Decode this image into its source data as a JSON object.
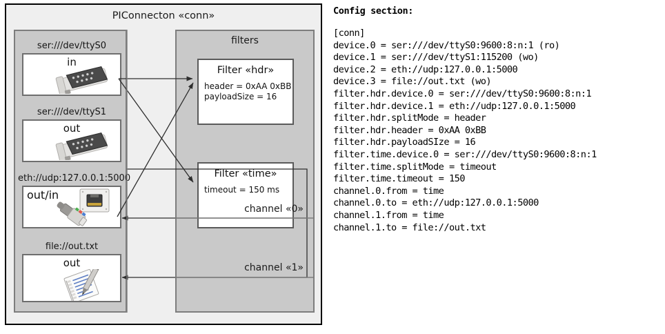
{
  "diagram": {
    "title": "PIConnecton «conn»",
    "devices_panel": {
      "title": "",
      "groups": [
        {
          "label": "ser:///dev/ttyS0",
          "direction": "in",
          "icon": "serial-db9-connector-icon"
        },
        {
          "label": "ser:///dev/ttyS1",
          "direction": "out",
          "icon": "serial-db9-connector-icon"
        },
        {
          "label": "eth://udp:127.0.0.1:5000",
          "direction": "out/in",
          "icon": "ethernet-rj45-icon"
        },
        {
          "label": "file://out.txt",
          "direction": "out",
          "icon": "text-file-notepad-icon"
        }
      ]
    },
    "filters_panel": {
      "title": "filters",
      "filters": [
        {
          "title": "Filter «hdr»",
          "props": [
            "header = 0xAA 0xBB",
            "payloadSize = 16"
          ]
        },
        {
          "title": "Filter «time»",
          "props": [
            "timeout = 150 ms"
          ]
        }
      ]
    },
    "channels": [
      {
        "label": "channel «0»"
      },
      {
        "label": "channel «1»"
      }
    ]
  },
  "config": {
    "heading": "Config section:",
    "lines": [
      "[conn]",
      "device.0 = ser:///dev/ttyS0:9600:8:n:1 (ro)",
      "device.1 = ser:///dev/ttyS1:115200 (wo)",
      "device.2 = eth://udp:127.0.0.1:5000",
      "device.3 = file://out.txt (wo)",
      "filter.hdr.device.0 = ser:///dev/ttyS0:9600:8:n:1",
      "filter.hdr.device.1 = eth://udp:127.0.0.1:5000",
      "filter.hdr.splitMode = header",
      "filter.hdr.header = 0xAA 0xBB",
      "filter.hdr.payloadSIze = 16",
      "filter.time.device.0 = ser:///dev/ttyS0:9600:8:n:1",
      "filter.time.splitMode = timeout",
      "filter.time.timeout = 150",
      "channel.0.from = time",
      "channel.0.to = eth://udp:127.0.0.1:5000",
      "channel.1.from = time",
      "channel.1.to = file://out.txt"
    ]
  },
  "colors": {
    "frame_bg": "#efefef",
    "panel_bg": "#c9c9c9",
    "panel_border": "#7d7d7d",
    "box_bg": "#ffffff",
    "line": "#3a3a3a"
  }
}
